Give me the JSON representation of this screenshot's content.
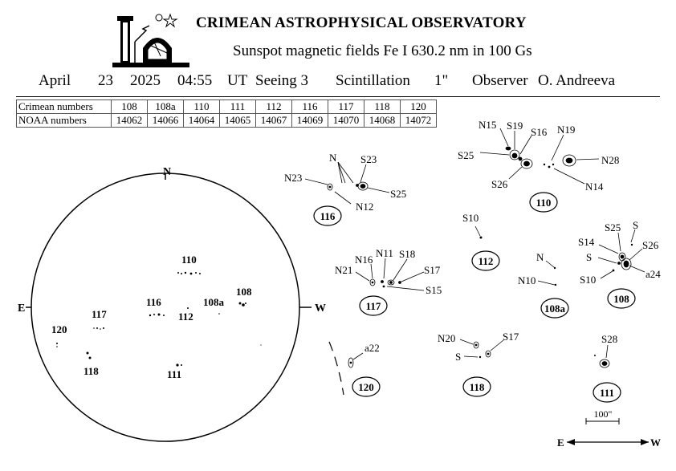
{
  "header": {
    "title": "CRIMEAN ASTROPHYSICAL OBSERVATORY",
    "subtitle": "Sunspot  magnetic  fields  Fe I 630.2 nm in 100 Gs"
  },
  "observation": {
    "month": "April",
    "day": "23",
    "year": "2025",
    "time": "04:55",
    "ut_label": "UT",
    "seeing": "Seeing 3",
    "scintillation_label": "Scintillation",
    "scintillation_value": "1\"",
    "observer_label": "Observer",
    "observer_name": "O. Andreeva"
  },
  "numbers_table": {
    "row1_label": "Crimean numbers",
    "row2_label": "NOAA numbers",
    "crimean": [
      "108",
      "108a",
      "110",
      "111",
      "112",
      "116",
      "117",
      "118",
      "120"
    ],
    "noaa": [
      "14062",
      "14066",
      "14064",
      "14065",
      "14067",
      "14069",
      "14070",
      "14068",
      "14072"
    ]
  },
  "disk": {
    "north": "N",
    "east": "E",
    "west": "W",
    "regions": [
      "110",
      "116",
      "112",
      "108a",
      "108",
      "117",
      "120",
      "118",
      "111"
    ]
  },
  "panels": {
    "116": {
      "id": "116",
      "labels": [
        "N23",
        "N",
        "S23",
        "S25",
        "N12"
      ]
    },
    "110": {
      "id": "110",
      "labels": [
        "N15",
        "S19",
        "S16",
        "N19",
        "S25",
        "N28",
        "S26",
        "N14"
      ]
    },
    "112": {
      "id": "112",
      "labels": [
        "S10"
      ]
    },
    "117": {
      "id": "117",
      "labels": [
        "N16",
        "N11",
        "S18",
        "N21",
        "S17",
        "S15"
      ]
    },
    "108a": {
      "id": "108a",
      "labels": [
        "N",
        "N10"
      ]
    },
    "108": {
      "id": "108",
      "labels": [
        "S25",
        "S",
        "S14",
        "S26",
        "S",
        "S10",
        "a24"
      ]
    },
    "120": {
      "id": "120",
      "labels": [
        "a22"
      ]
    },
    "118": {
      "id": "118",
      "labels": [
        "N20",
        "S17",
        "S"
      ]
    },
    "111": {
      "id": "111",
      "labels": [
        "S28"
      ]
    }
  },
  "scale_bar": "100\"",
  "direction": {
    "east": "E",
    "west": "W"
  }
}
